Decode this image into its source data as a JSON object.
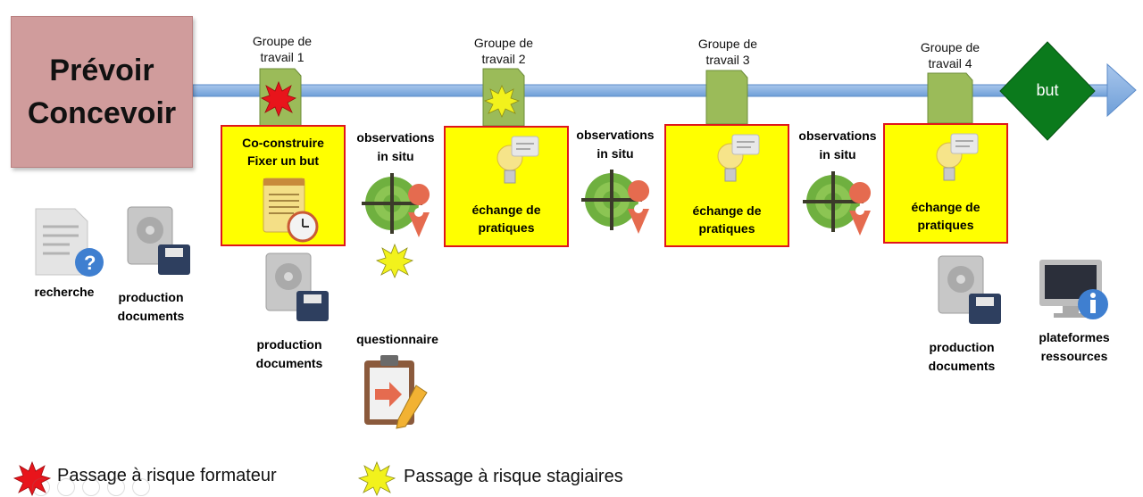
{
  "title": {
    "line1": "Prévoir",
    "line2": "Concevoir"
  },
  "goal": "but",
  "groups": [
    {
      "line1": "Groupe de",
      "line2": "travail 1"
    },
    {
      "line1": "Groupe de",
      "line2": "travail 2"
    },
    {
      "line1": "Groupe de",
      "line2": "travail 3"
    },
    {
      "line1": "Groupe de",
      "line2": "travail 4"
    }
  ],
  "boxes": [
    {
      "line1": "Co-construire",
      "line2": "Fixer un but"
    },
    {
      "line1": "échange de",
      "line2": "pratiques"
    },
    {
      "line1": "échange de",
      "line2": "pratiques"
    },
    {
      "line1": "échange de",
      "line2": "pratiques"
    }
  ],
  "observations": [
    {
      "line1": "observations",
      "line2": "in situ"
    },
    {
      "line1": "observations",
      "line2": "in situ"
    },
    {
      "line1": "observations",
      "line2": "in situ"
    }
  ],
  "labels": {
    "recherche": "recherche",
    "production_1": {
      "line1": "production",
      "line2": "documents"
    },
    "production_2": {
      "line1": "production",
      "line2": "documents"
    },
    "production_3": {
      "line1": "production",
      "line2": "documents"
    },
    "questionnaire": "questionnaire",
    "plateformes": {
      "line1": "plateformes",
      "line2": "ressources"
    }
  },
  "legend": {
    "formateur": "Passage à risque formateur",
    "stagiaires": "Passage à risque stagiaires"
  },
  "colors": {
    "risk_formateur": "#e8141b",
    "risk_stagiaires": "#f2f21c",
    "goal": "#0b7a1c",
    "arrow": "#8fb4e3",
    "box": "#ffff00",
    "title_box": "#d09c9c",
    "tab": "#9bbb59"
  },
  "icons": [
    "document-question-icon",
    "disk-save-icon",
    "notepad-clock-icon",
    "target-pin-icon",
    "lightbulb-speech-icon",
    "clipboard-pencil-icon",
    "monitor-info-icon",
    "starburst-icon"
  ]
}
